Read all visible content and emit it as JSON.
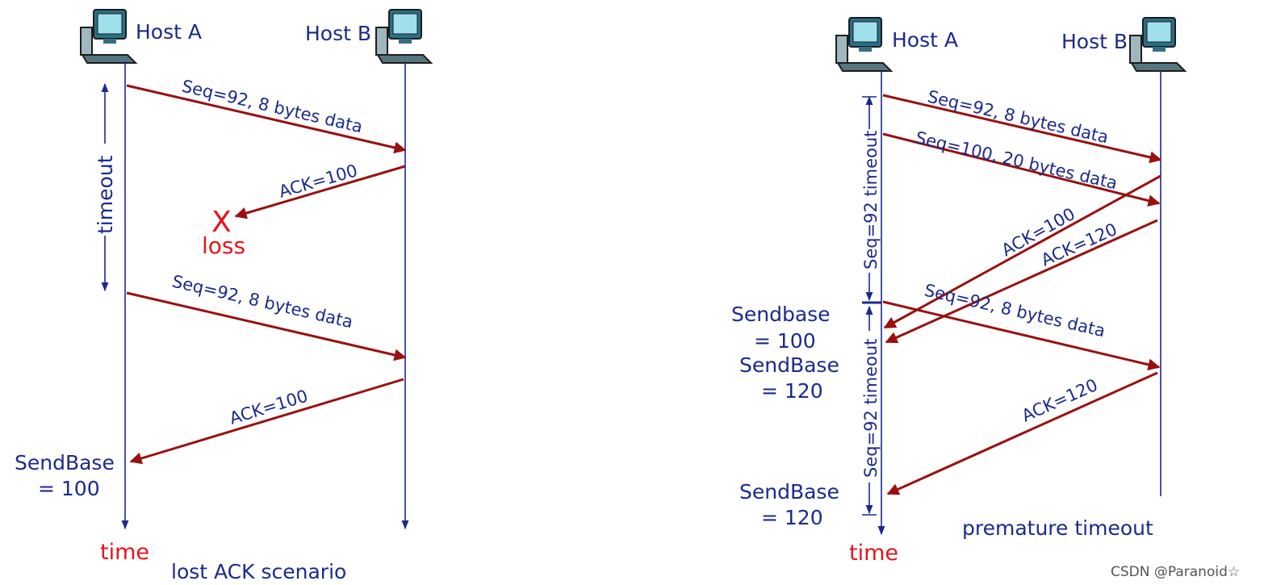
{
  "left": {
    "host_a": "Host A",
    "host_b": "Host B",
    "msg1": "Seq=92, 8 bytes data",
    "ack1": "ACK=100",
    "loss_mark": "X",
    "loss": "loss",
    "timeout": "timeout",
    "msg2": "Seq=92, 8 bytes data",
    "ack2": "ACK=100",
    "sendbase_1": "SendBase",
    "sendbase_2": "= 100",
    "time": "time",
    "caption": "lost ACK scenario"
  },
  "right": {
    "host_a": "Host A",
    "host_b": "Host B",
    "msg1": "Seq=92, 8 bytes data",
    "msg2": "Seq=100, 20 bytes data",
    "ack100": "ACK=100",
    "ack120": "ACK=120",
    "timeout1": "Seq=92 timeout",
    "timeout2": "Seq=92 timeout",
    "msg3": "Seq=92, 8 bytes data",
    "ack120b": "ACK=120",
    "sendbase_a1": "Sendbase",
    "sendbase_a2": "= 100",
    "sendbase_b1": "SendBase",
    "sendbase_b2": "= 120",
    "sendbase_c1": "SendBase",
    "sendbase_c2": "= 120",
    "time": "time",
    "caption": "premature timeout"
  },
  "watermark": "CSDN @Paranoid☆",
  "colors": {
    "arrow": "#9a1010",
    "text": "#1a2a8c",
    "highlight": "#e8141a"
  }
}
